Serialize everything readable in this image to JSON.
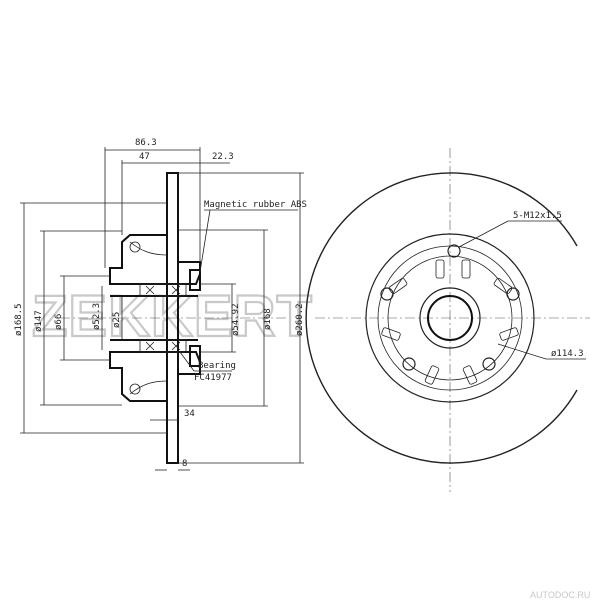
{
  "watermark": "ZEKKERT",
  "credit": "AUTODOC.RU",
  "labels": {
    "magnetic_abs": "Magnetic rubber ABS",
    "bearing": "Bearing",
    "bearing_code": "FC41977",
    "thread": "5-M12x1.5",
    "pcd": "ø114.3"
  },
  "dimensions": {
    "d_86_3": "86.3",
    "d_47": "47",
    "d_22_3": "22.3",
    "d_34": "34",
    "d_8": "8",
    "d_168_5": "ø168.5",
    "d_147": "ø147",
    "d_66": "ø66",
    "d_52_3": "ø52.3",
    "d_25": "ø25",
    "d_54_92": "ø54.92",
    "d_168": "ø168",
    "d_260_2": "ø260.2"
  }
}
